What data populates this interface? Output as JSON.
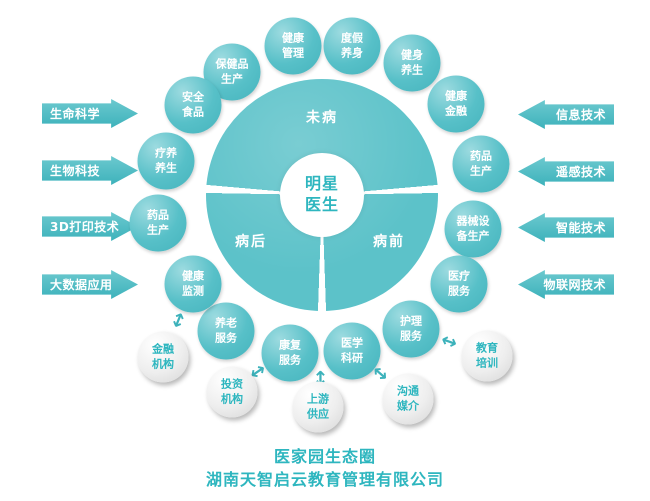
{
  "colors": {
    "teal": "#5cc2c9",
    "teal_dark": "#3db2bb",
    "text_teal": "#2eb6bf",
    "partner_gray": "#e0e0e0"
  },
  "icons": {
    "double_arrow": "↔"
  },
  "left_arrows": [
    {
      "label": "生命科学"
    },
    {
      "label": "生物科技"
    },
    {
      "label": "3D打印技术"
    },
    {
      "label": "大数据应用"
    }
  ],
  "right_arrows": [
    {
      "label": "信息技术"
    },
    {
      "label": "遥感技术"
    },
    {
      "label": "智能技术"
    },
    {
      "label": "物联网技术"
    }
  ],
  "center": {
    "core_label": "明星\n医生",
    "sector_top": "未病",
    "sector_left": "病后",
    "sector_right": "病前"
  },
  "orbit": [
    {
      "label": "保健品\n生产"
    },
    {
      "label": "健康\n管理"
    },
    {
      "label": "度假\n养身"
    },
    {
      "label": "健身\n养生"
    },
    {
      "label": "健康\n金融"
    },
    {
      "label": "药品\n生产"
    },
    {
      "label": "器械设\n备生产"
    },
    {
      "label": "医疗\n服务"
    },
    {
      "label": "护理\n服务"
    },
    {
      "label": "医学\n科研"
    },
    {
      "label": "康复\n服务"
    },
    {
      "label": "养老\n服务"
    },
    {
      "label": "健康\n监测"
    },
    {
      "label": "药品\n生产"
    },
    {
      "label": "疗养\n养生"
    },
    {
      "label": "安全\n食品"
    }
  ],
  "partners": [
    {
      "label": "金融\n机构"
    },
    {
      "label": "投资\n机构"
    },
    {
      "label": "上游\n供应"
    },
    {
      "label": "沟通\n媒介"
    },
    {
      "label": "教育\n培训"
    }
  ],
  "footer": {
    "line1": "医家园生态圈",
    "line2": "湖南天智启云教育管理有限公司"
  }
}
